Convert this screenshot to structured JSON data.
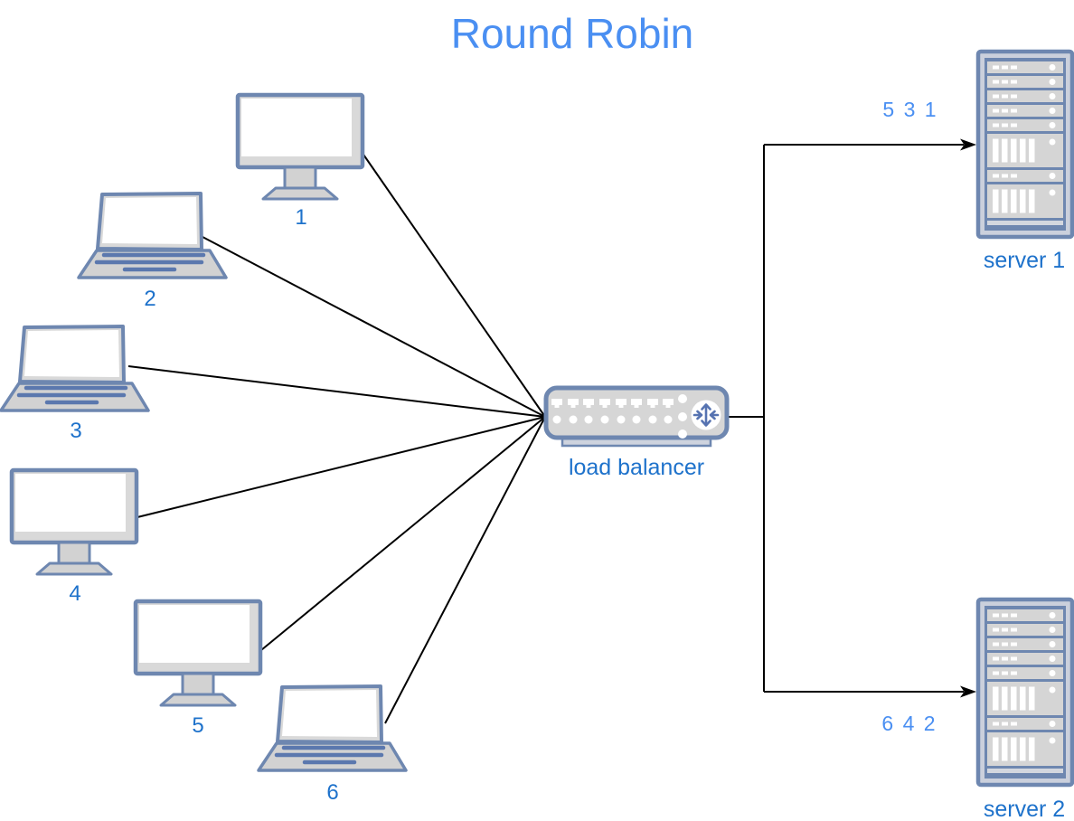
{
  "title": "Round Robin",
  "colors": {
    "title_blue": "#4a8ff2",
    "label_blue": "#1e72cb",
    "sequence_blue": "#4a8ff2",
    "device_border_blue": "#6e87b0",
    "device_fill_gray": "#d7d7d7",
    "connection_line": "#000000"
  },
  "clients": [
    {
      "label": "1",
      "type": "desktop-monitor"
    },
    {
      "label": "2",
      "type": "laptop"
    },
    {
      "label": "3",
      "type": "laptop"
    },
    {
      "label": "4",
      "type": "desktop-monitor"
    },
    {
      "label": "5",
      "type": "desktop-monitor"
    },
    {
      "label": "6",
      "type": "laptop"
    }
  ],
  "load_balancer": {
    "label": "load balancer",
    "icon": "distribution-arrows-icon"
  },
  "servers": [
    {
      "label": "server 1",
      "assigned_requests": "5 3 1"
    },
    {
      "label": "server 2",
      "assigned_requests": "6 4 2"
    }
  ]
}
